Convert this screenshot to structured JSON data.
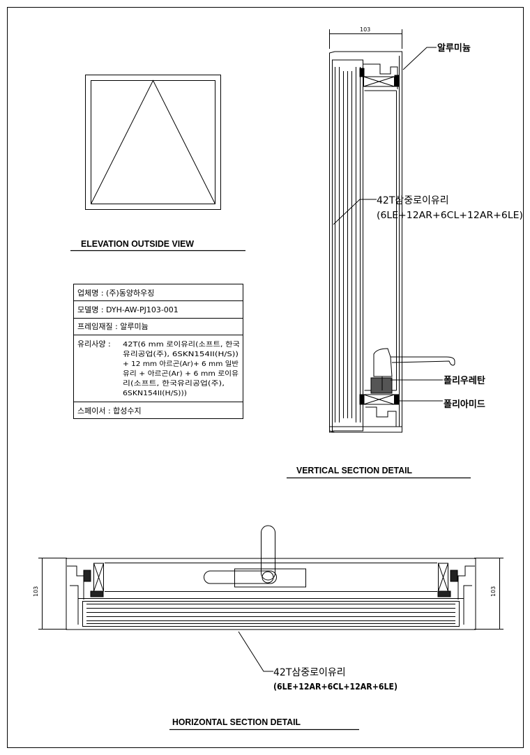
{
  "elevation": {
    "caption": "ELEVATION OUTSIDE VIEW"
  },
  "spec_table": {
    "company": "업체명 : (주)동양하우징",
    "model": "모델명 : DYH-AW-PJ103-001",
    "frame": "프레임재질 : 알루미늄",
    "glass_label": "유리사양 :",
    "glass_lines": [
      "42T(6 mm 로이유리(소프트, 한국",
      "유리공업(주), 6SKN154II(H/S))",
      "+ 12 mm 아르곤(Ar)+ 6 mm 일반",
      "유리 + 아르곤(Ar) + 6 mm 로이유",
      "리(소프트, 한국유리공업(주),",
      "6SKN154II(H/S)))"
    ],
    "spacer": "스페이서 : 합성수지"
  },
  "vertical_section": {
    "caption": "VERTICAL SECTION DETAIL",
    "dim_width": "103",
    "label_aluminum": "알루미늄",
    "label_glass_1": "42T삼중로이유리",
    "label_glass_2": "(6LE+12AR+6CL+12AR+6LE)",
    "label_polyurethane": "폴리우레탄",
    "label_polyamide": "폴리아미드"
  },
  "horizontal_section": {
    "caption": "HORIZONTAL SECTION DETAIL",
    "dim_left": "103",
    "dim_right": "103",
    "label_glass_1": "42T삼중로이유리",
    "label_glass_2": "(6LE+12AR+6CL+12AR+6LE)"
  }
}
